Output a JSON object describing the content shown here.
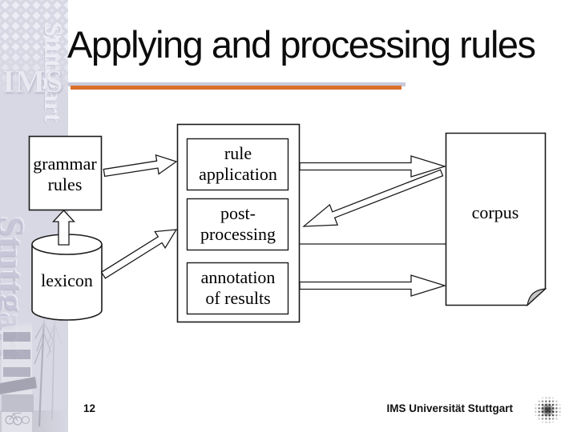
{
  "slide": {
    "title": "Applying and processing rules"
  },
  "sidebar": {
    "brand_text": "IMS",
    "vertical_text": "Stuttgart"
  },
  "diagram": {
    "nodes": {
      "grammar_rules": {
        "label": "grammar rules",
        "shape": "rectangle"
      },
      "rule_application": {
        "label": "rule application",
        "shape": "rectangle"
      },
      "post_processing": {
        "label": "post-processing",
        "shape": "rectangle"
      },
      "annotation_of_results": {
        "label": "annotation of results",
        "shape": "rectangle"
      },
      "lexicon": {
        "label": "lexicon",
        "shape": "cylinder"
      },
      "corpus": {
        "label": "corpus",
        "shape": "document-folded-corner"
      }
    },
    "edges": [
      {
        "id": "lexicon-to-grammar",
        "from": "lexicon",
        "to": "grammar_rules",
        "type": "block-arrow"
      },
      {
        "id": "grammar-to-ruleapp",
        "from": "grammar_rules",
        "to": "rule_application",
        "type": "block-arrow"
      },
      {
        "id": "lexicon-to-postproc",
        "from": "lexicon",
        "to": "post_processing",
        "type": "block-arrow"
      },
      {
        "id": "ruleapp-to-corpus",
        "from": "rule_application",
        "to": "corpus",
        "type": "block-arrow"
      },
      {
        "id": "corpus-to-postproc",
        "from": "corpus",
        "to": "post_processing",
        "type": "block-arrow"
      },
      {
        "id": "annotation-to-corpus",
        "from": "annotation_of_results",
        "to": "corpus",
        "type": "block-arrow"
      },
      {
        "id": "postproc-to-corpus-line",
        "from": "post_processing",
        "to": "corpus",
        "type": "line"
      }
    ]
  },
  "footer": {
    "page_number": "12",
    "organization": "IMS Universität Stuttgart"
  },
  "colors": {
    "accent_orange": "#d96f2a",
    "accent_lavender": "#c9c9db",
    "sidebar_background": "#d8d8e4",
    "fold_gray": "#c6c6c6",
    "shape_stroke": "#1a1a1a"
  }
}
